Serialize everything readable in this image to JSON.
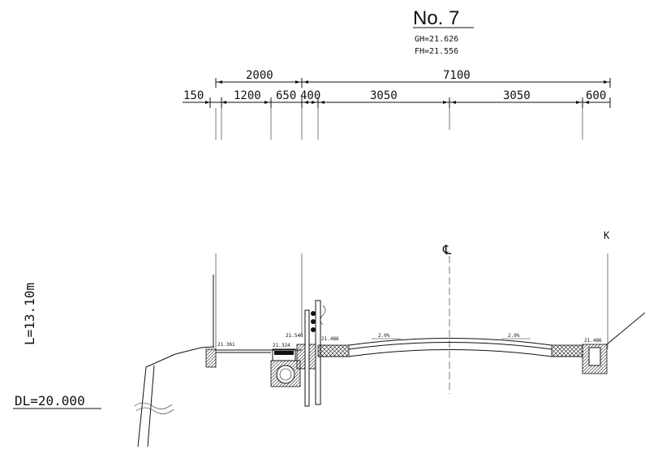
{
  "title": "No. 7",
  "gh": "GH=21.626",
  "fh": "FH=21.556",
  "dims_top": {
    "left": "2000",
    "right": "7100"
  },
  "dims_bottom": [
    "150",
    "1200",
    "650",
    "400",
    "3050",
    "3050",
    "600"
  ],
  "centerline_mark": "℄",
  "k_label": "K",
  "length_label": "L=13.10m",
  "datum_label": "DL=20.000",
  "elevations": {
    "e1": "21.361",
    "e2": "21.324",
    "e3": "21.546",
    "e4": "21.486",
    "e5": "21.486"
  },
  "slopes": {
    "left": "2.0%",
    "right": "2.0%"
  }
}
